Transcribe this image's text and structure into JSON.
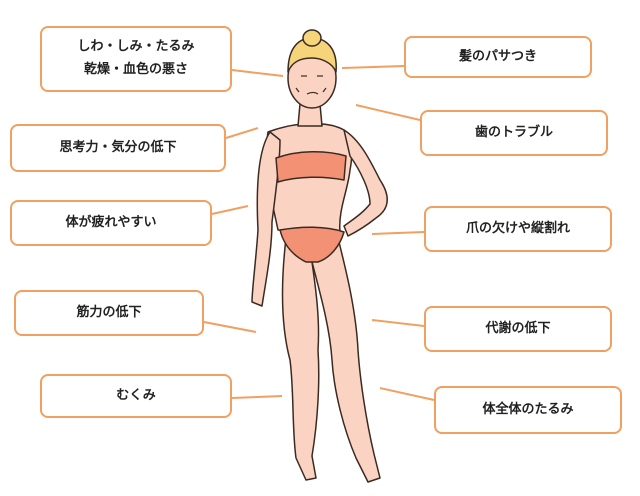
{
  "labels": {
    "wrinkles_line1": "しわ・しみ・たるみ",
    "wrinkles_line2": "乾燥・血色の悪さ",
    "hair": "髪のパサつき",
    "thinking": "思考力・気分の低下",
    "teeth": "歯のトラブル",
    "fatigue": "体が疲れやすい",
    "nails": "爪の欠けや縦割れ",
    "muscle": "筋力の低下",
    "metabolism": "代謝の低下",
    "swelling": "むくみ",
    "sagging": "体全体のたるみ"
  },
  "colors": {
    "bubble_border": "#f0a060",
    "skin": "#fbd3c2",
    "underwear": "#f39175",
    "hair": "#f6d57a",
    "outline": "#3a2a22"
  }
}
